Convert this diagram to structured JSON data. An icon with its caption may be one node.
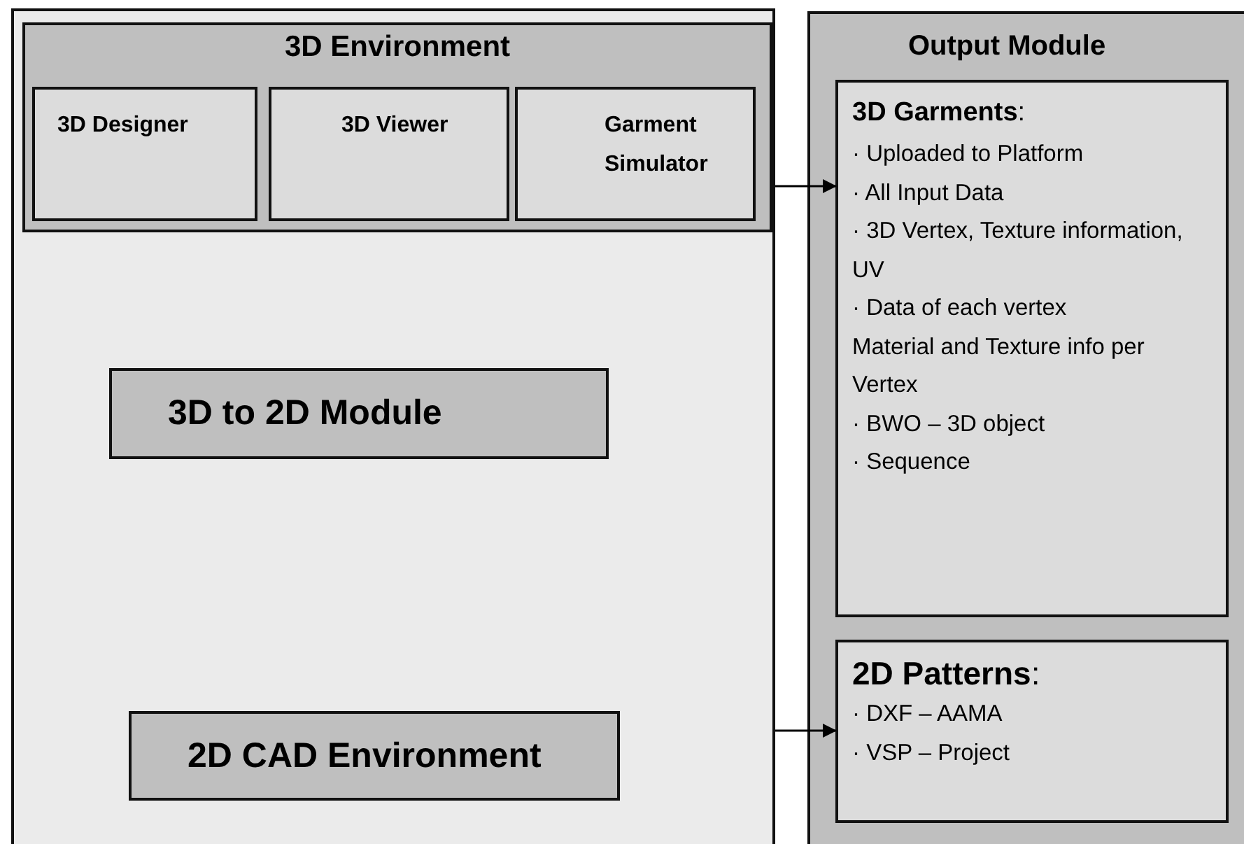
{
  "diagram": {
    "nodes": [
      {
        "text": [],
        "shape": "box"
      },
      {
        "text": [
          "3D Environment"
        ],
        "in": 0
      },
      {
        "text": [
          "3D Designer"
        ],
        "in": 1
      },
      {
        "text": [
          "3D Viewer"
        ],
        "in": 1
      },
      {
        "text": [
          "Garment Simulator"
        ],
        "in": 1
      },
      {
        "text": [
          "3D to 2D Module"
        ],
        "in": 0
      },
      {
        "text": [
          "2D CAD Environment"
        ],
        "in": 0
      },
      {
        "text": [
          "Output Module"
        ]
      },
      {
        "text": [
          "**3D Garments**:",
          "· Uploaded to Platform",
          "· All Input Data",
          "· 3D Vertex, Texture information, UV",
          "· Data of each vertex",
          "Material and Texture info per Vertex",
          "· BWO – 3D object",
          "· Sequence"
        ],
        "in": 7
      },
      {
        "text": [
          "**2D Patterns**:",
          "· DXF – AAMA",
          "· VSP – Project"
        ],
        "in": 7
      }
    ],
    "edges": [
      {
        "from": 0,
        "to": 8,
        "arrow": "to"
      },
      {
        "from": 0,
        "to": 9,
        "arrow": "to"
      }
    ]
  }
}
